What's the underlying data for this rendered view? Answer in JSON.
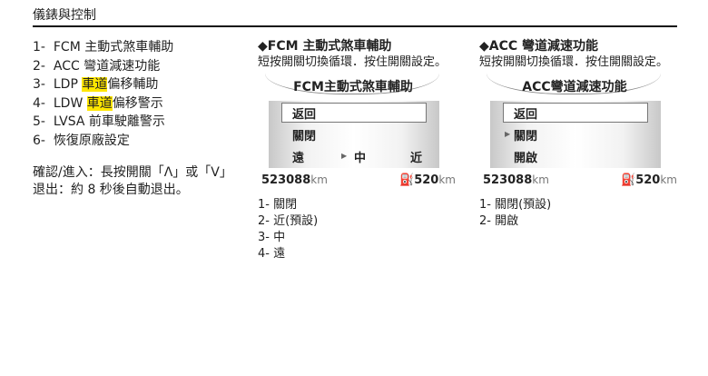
{
  "header": {
    "title": "儀錶與控制"
  },
  "menu": [
    {
      "num": "1-",
      "pre": "FCM 主動式煞車輔助",
      "hl": "",
      "post": ""
    },
    {
      "num": "2-",
      "pre": "ACC 彎道減速功能",
      "hl": "",
      "post": ""
    },
    {
      "num": "3-",
      "pre": "LDP ",
      "hl": "車道",
      "post": "偏移輔助"
    },
    {
      "num": "4-",
      "pre": "LDW ",
      "hl": "車道",
      "post": "偏移警示"
    },
    {
      "num": "5-",
      "pre": "LVSA 前車駛離警示",
      "hl": "",
      "post": ""
    },
    {
      "num": "6-",
      "pre": "恢復原廠設定",
      "hl": "",
      "post": ""
    }
  ],
  "note": {
    "line1": "確認/進入：長按開關「Λ」或「V」",
    "line2": "退出：約 8 秒後自動退出。"
  },
  "fcm": {
    "heading": "FCM 主動式煞車輔助",
    "desc": "短按開關切換循環．按住開關設定。",
    "screen_title": "FCM主動式煞車輔助",
    "back": "返回",
    "row2": "關閉",
    "far": "遠",
    "mid": "中",
    "near": "近",
    "odo": "523088",
    "odo_unit": "km",
    "fuel": "520",
    "fuel_unit": "km",
    "options": [
      "1- 關閉",
      "2- 近(預設)",
      "3- 中",
      "4- 遠"
    ]
  },
  "acc": {
    "heading": "ACC 彎道減速功能",
    "desc": "短按開關切換循環．按住開關設定。",
    "screen_title": "ACC彎道減速功能",
    "back": "返回",
    "row2": "關閉",
    "row3": "開啟",
    "odo": "523088",
    "odo_unit": "km",
    "fuel": "520",
    "fuel_unit": "km",
    "options": [
      "1- 關閉(預設)",
      "2- 開啟"
    ]
  },
  "icons": {
    "bullet": "diamond-bullet-icon",
    "arrow": "triangle-right-icon",
    "fuel": "fuel-pump-icon"
  }
}
